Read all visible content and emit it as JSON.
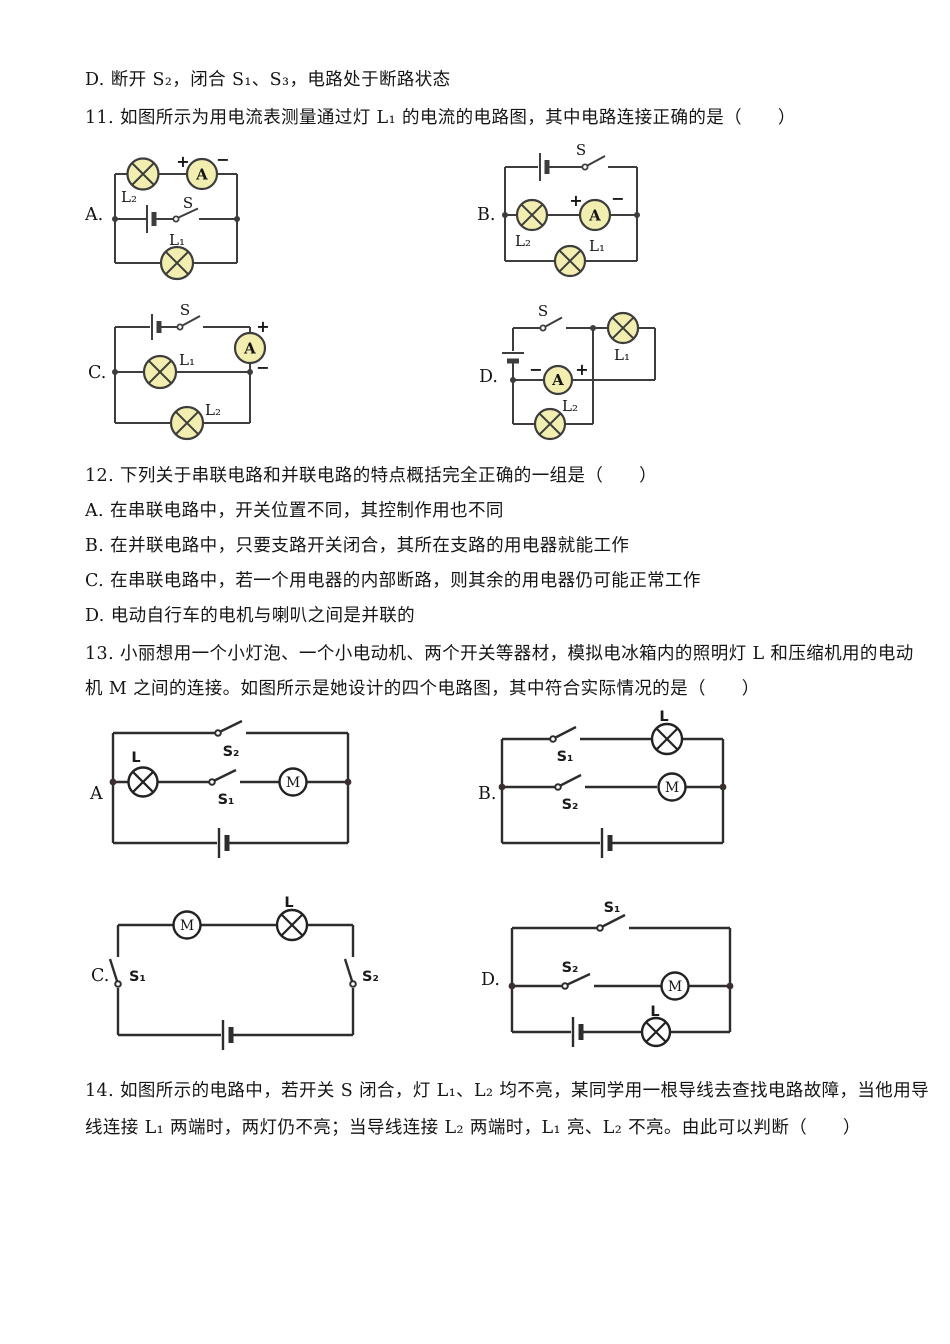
{
  "colors": {
    "lamp_fill_yellow": "#f2eeb0",
    "wire_dark_gray": "#3d3d3d",
    "wire_black": "#2d2d2d",
    "text": "#151515",
    "background": "#ffffff"
  },
  "prev_question": {
    "option_d": "D. 断开 S₂，闭合 S₁、S₃，电路处于断路状态"
  },
  "q11": {
    "stem": "11. 如图所示为用电流表测量通过灯 L₁ 的电流的电路图，其中电路连接正确的是（　　）",
    "options": [
      "A.",
      "B.",
      "C.",
      "D."
    ]
  },
  "q12": {
    "stem": "12. 下列关于串联电路和并联电路的特点概括完全正确的一组是（　　）",
    "options": [
      "A. 在串联电路中，开关位置不同，其控制作用也不同",
      "B. 在并联电路中，只要支路开关闭合，其所在支路的用电器就能工作",
      "C. 在串联电路中，若一个用电器的内部断路，则其余的用电器仍可能正常工作",
      "D. 电动自行车的电机与喇叭之间是并联的"
    ]
  },
  "q13": {
    "stem_line1": "13. 小丽想用一个小灯泡、一个小电动机、两个开关等器材，模拟电冰箱内的照明灯 L 和压缩机用的电动",
    "stem_line2": "机 M 之间的连接。如图所示是她设计的四个电路图，其中符合实际情况的是（　　）",
    "options": [
      "A",
      "B.",
      "C.",
      "D."
    ]
  },
  "q14": {
    "stem_line1": "14. 如图所示的电路中，若开关 S 闭合，灯 L₁、L₂ 均不亮，某同学用一根导线去查找电路故障，当他用导",
    "stem_line2": "线连接 L₁ 两端时，两灯仍不亮；当导线连接 L₂ 两端时，L₁ 亮、L₂ 不亮。由此可以判断（　　）"
  },
  "sym": {
    "lamp1": "L₁",
    "lamp2": "L₂",
    "lamp": "L",
    "motor": "M",
    "ammeter": "A",
    "switch": "S",
    "switch1": "S₁",
    "switch2": "S₂",
    "plus": "+",
    "minus": "−"
  }
}
